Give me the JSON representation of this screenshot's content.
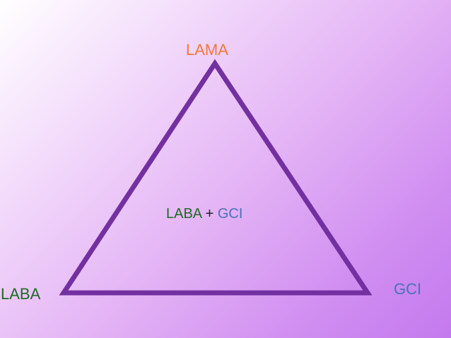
{
  "vertices": {
    "top": {
      "label": "LAMA",
      "color": "#f07a3a"
    },
    "bottom_left": {
      "label": "LABA",
      "color": "#1f6a24"
    },
    "bottom_right": {
      "label": "GCI",
      "color": "#4b72b8"
    }
  },
  "center": {
    "left": "LABA",
    "joiner": "+",
    "right": "GCI",
    "left_color": "#1f6a24",
    "joiner_color": "#222222",
    "right_color": "#4b72b8"
  },
  "colors": {
    "triangle_stroke": "#7330a0"
  }
}
